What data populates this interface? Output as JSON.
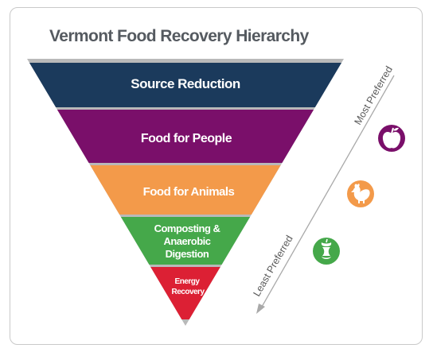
{
  "title": "Vermont Food Recovery Hierarchy",
  "tiers": [
    {
      "label_lines": [
        "Source Reduction"
      ],
      "color": "#1b3a5c"
    },
    {
      "label_lines": [
        "Food for People"
      ],
      "color": "#7a0f6a"
    },
    {
      "label_lines": [
        "Food for Animals"
      ],
      "color": "#f39a4a"
    },
    {
      "label_lines": [
        "Composting &",
        "Anaerobic",
        "Digestion"
      ],
      "color": "#45a84a"
    },
    {
      "label_lines": [
        "Energy",
        "Recovery"
      ],
      "color": "#dc2034"
    }
  ],
  "preference_arrow": {
    "top_label": "Most Preferred",
    "bottom_label": "Least Preferred",
    "color": "#a9a9a9"
  },
  "icons": [
    {
      "name": "apple-icon",
      "color": "#7a0f6a"
    },
    {
      "name": "chicken-icon",
      "color": "#f39a4a"
    },
    {
      "name": "apple-core-icon",
      "color": "#45a84a"
    }
  ]
}
